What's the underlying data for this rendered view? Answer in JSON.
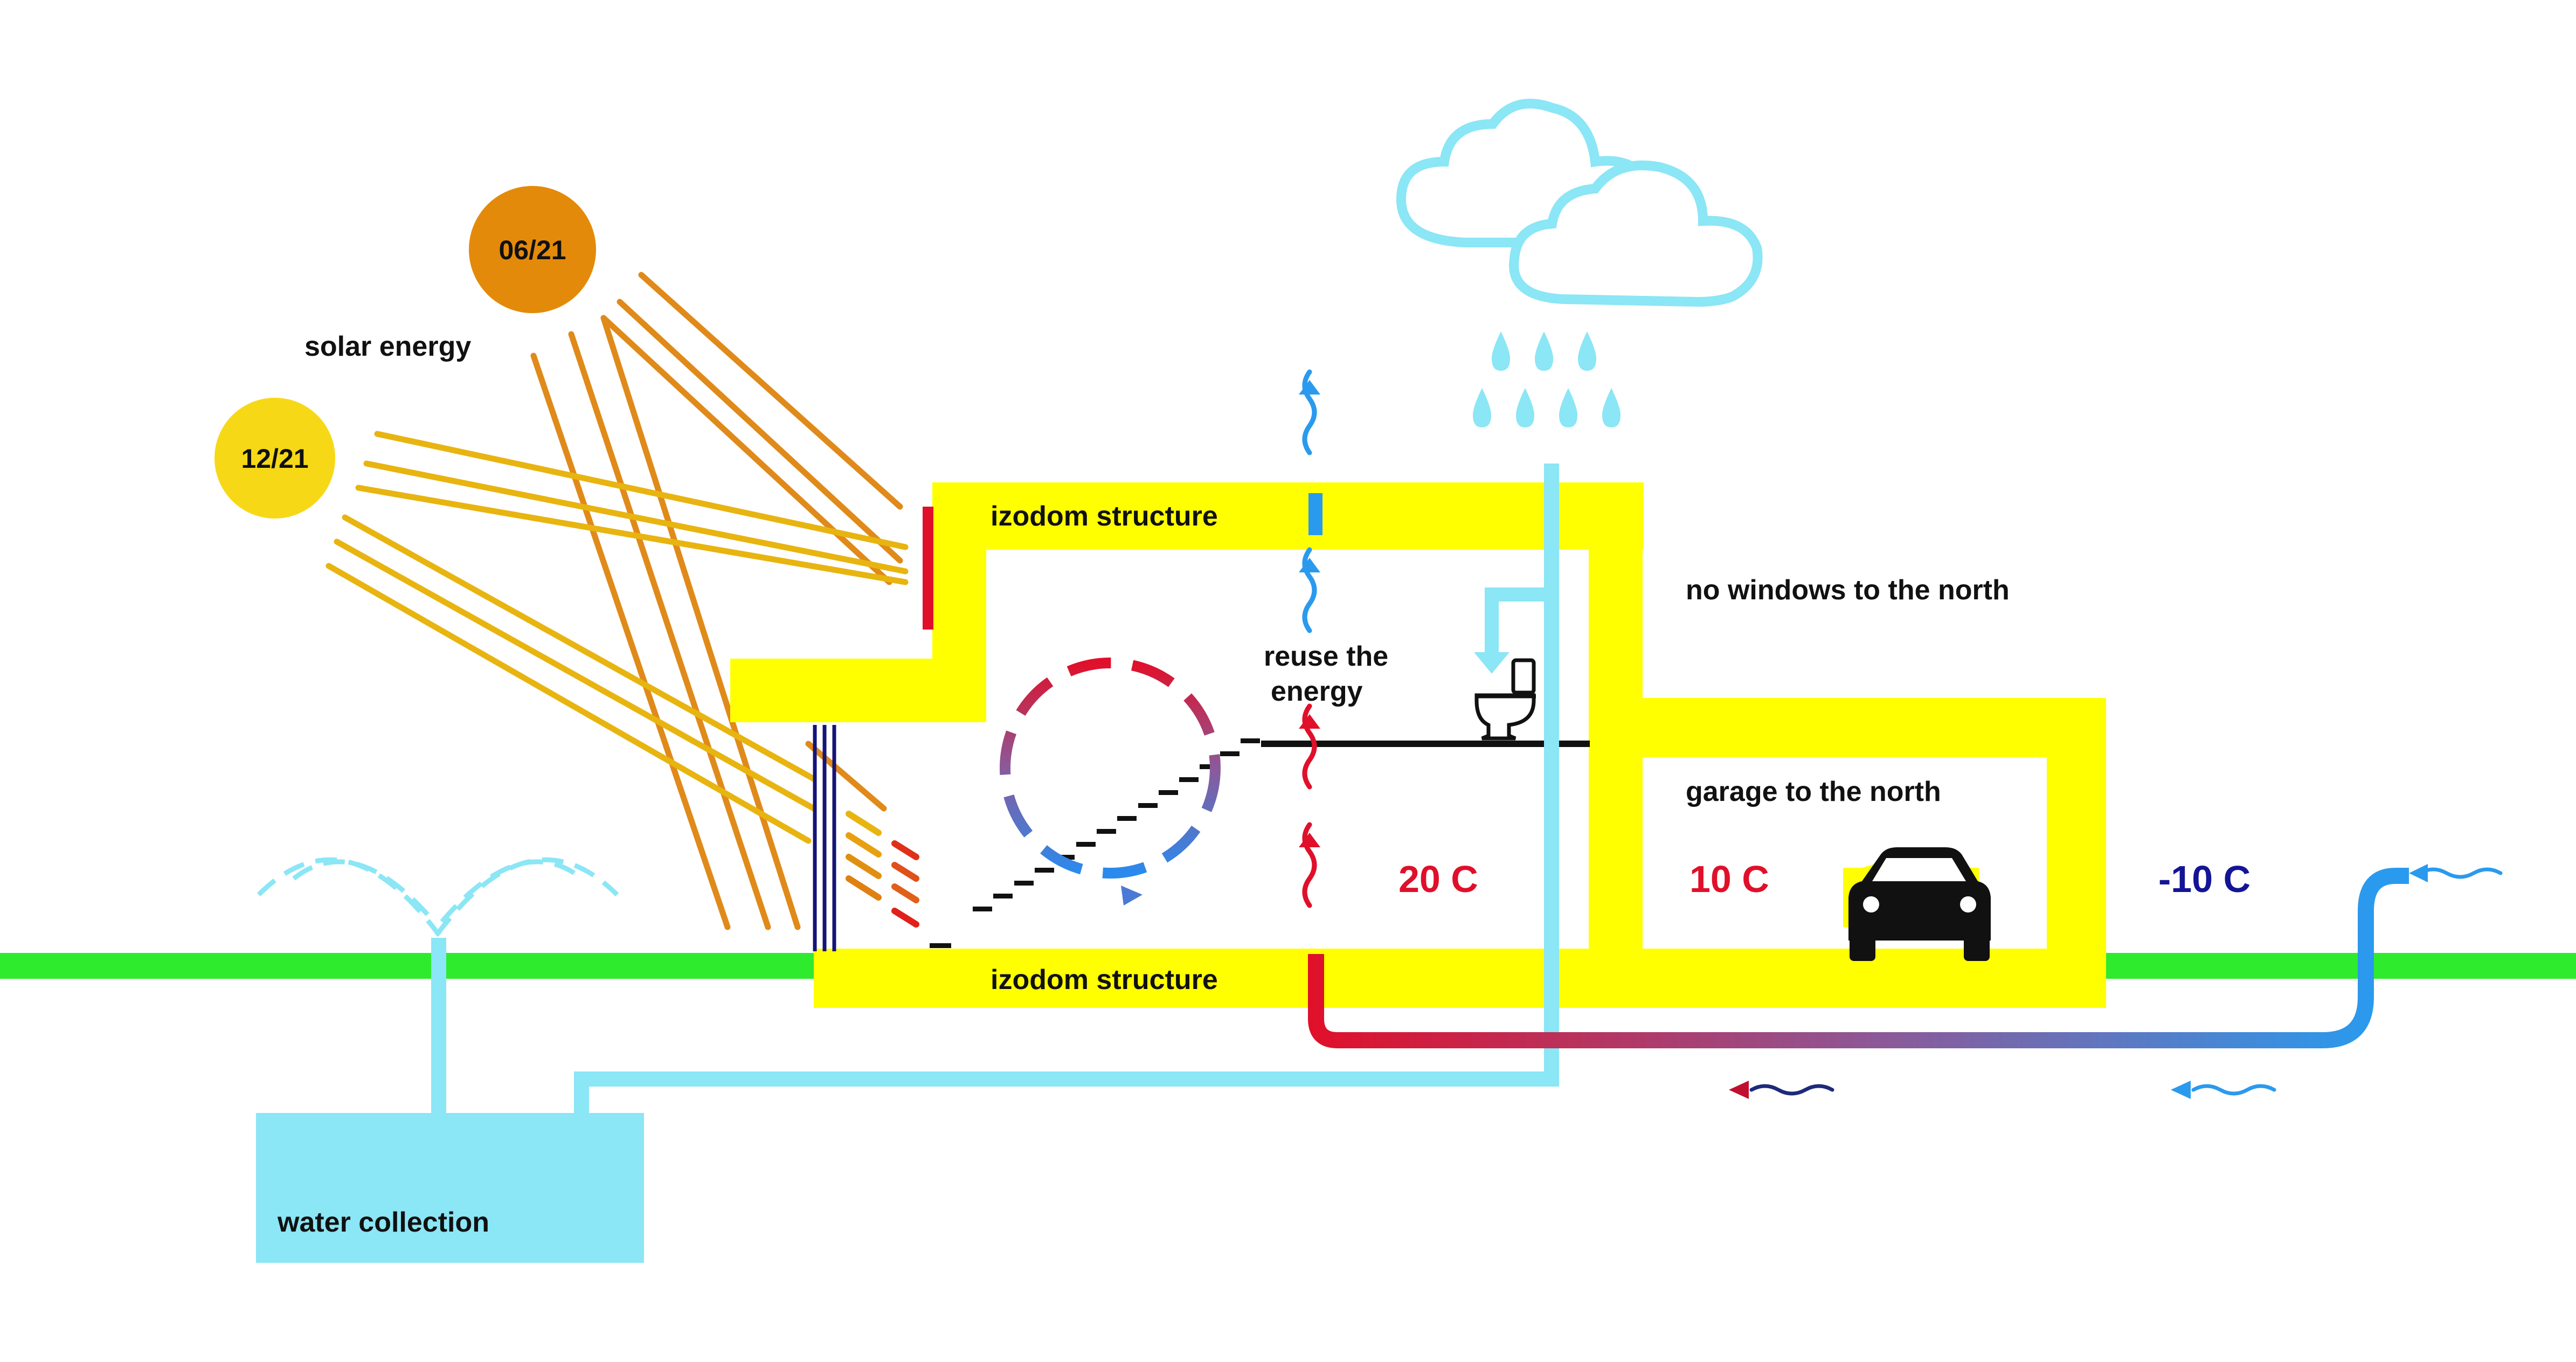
{
  "labels": {
    "solar_energy": "solar energy",
    "sun_summer": "06/21",
    "sun_winter": "12/21",
    "roof_structure": "izodom structure",
    "floor_structure": "izodom structure",
    "reuse_line1": "reuse the",
    "reuse_line2": "energy",
    "no_windows": "no windows to the north",
    "garage": "garage to the north",
    "water_collection": "water collection"
  },
  "temperatures": {
    "inside": "20 C",
    "garage": "10 C",
    "outside": "-10 C"
  },
  "icons": {
    "car": "car-icon",
    "toilet": "toilet-icon",
    "cloud": "cloud-icon",
    "rain": "rain-drops-icon",
    "sprinkler": "sprinkler-icon",
    "stairs": "stairs-icon"
  },
  "colors": {
    "ground": "#2EEB2E",
    "structure": "#FFFF00",
    "water": "#8BE6F5",
    "cloud": "#8BE6F5",
    "sun_summer": "#E48A0A",
    "sun_winter": "#F7D817",
    "ray_summer": "#E08A1A",
    "ray_winter": "#E8B410",
    "warm": "#E0102A",
    "cold": "#2A9AEE",
    "outside_temp": "#141496",
    "window": "#141478"
  }
}
